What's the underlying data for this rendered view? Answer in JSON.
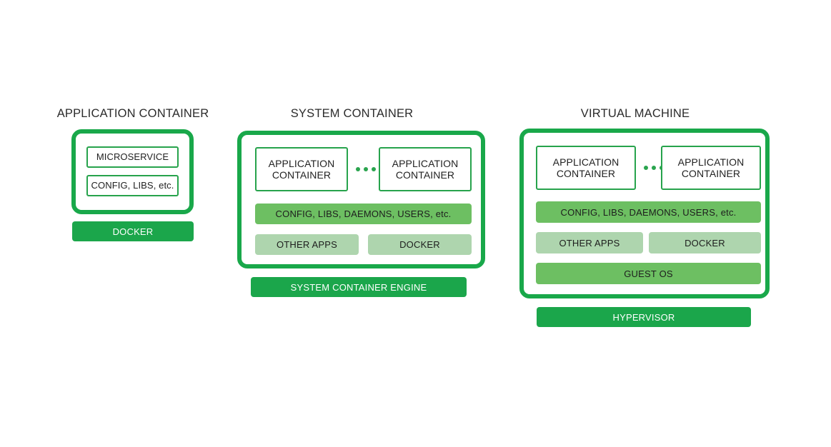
{
  "diagram": {
    "background": "#ffffff",
    "colors": {
      "outline_green": "#19a84a",
      "inner_border_green": "#27a34c",
      "solid_bar_green": "#1ba64b",
      "mid_bar_green": "#6dbf62",
      "light_bar_green": "#aed5ae",
      "title_text": "#2b2b2b"
    },
    "columns": [
      {
        "id": "application-container",
        "title": "APPLICATION CONTAINER",
        "inner_boxes": [
          {
            "id": "microservice",
            "label": "MICROSERVICE"
          },
          {
            "id": "config-libs",
            "label": "CONFIG, LIBS, etc."
          }
        ],
        "bars": [
          {
            "id": "docker",
            "label": "DOCKER",
            "style": "solid"
          }
        ]
      },
      {
        "id": "system-container",
        "title": "SYSTEM CONTAINER",
        "app_containers": [
          {
            "id": "app-container-left",
            "line1": "APPLICATION",
            "line2": "CONTAINER"
          },
          {
            "id": "app-container-right",
            "line1": "APPLICATION",
            "line2": "CONTAINER"
          }
        ],
        "ellipsis": "•••",
        "inner_bars": [
          {
            "id": "config-libs-daemons-users",
            "label": "CONFIG, LIBS, DAEMONS, USERS, etc.",
            "style": "mid"
          },
          {
            "id": "other-apps",
            "label": "OTHER APPS",
            "style": "light"
          },
          {
            "id": "docker",
            "label": "DOCKER",
            "style": "light"
          }
        ],
        "bars": [
          {
            "id": "system-container-engine",
            "label": "SYSTEM CONTAINER ENGINE",
            "style": "solid"
          }
        ]
      },
      {
        "id": "virtual-machine",
        "title": "VIRTUAL MACHINE",
        "app_containers": [
          {
            "id": "app-container-left",
            "line1": "APPLICATION",
            "line2": "CONTAINER"
          },
          {
            "id": "app-container-right",
            "line1": "APPLICATION",
            "line2": "CONTAINER"
          }
        ],
        "ellipsis": "•••",
        "inner_bars": [
          {
            "id": "config-libs-daemons-users",
            "label": "CONFIG, LIBS, DAEMONS, USERS, etc.",
            "style": "mid"
          },
          {
            "id": "other-apps",
            "label": "OTHER APPS",
            "style": "light"
          },
          {
            "id": "docker",
            "label": "DOCKER",
            "style": "light"
          },
          {
            "id": "guest-os",
            "label": "GUEST OS",
            "style": "mid"
          }
        ],
        "bars": [
          {
            "id": "hypervisor",
            "label": "HYPERVISOR",
            "style": "solid"
          }
        ]
      }
    ]
  }
}
